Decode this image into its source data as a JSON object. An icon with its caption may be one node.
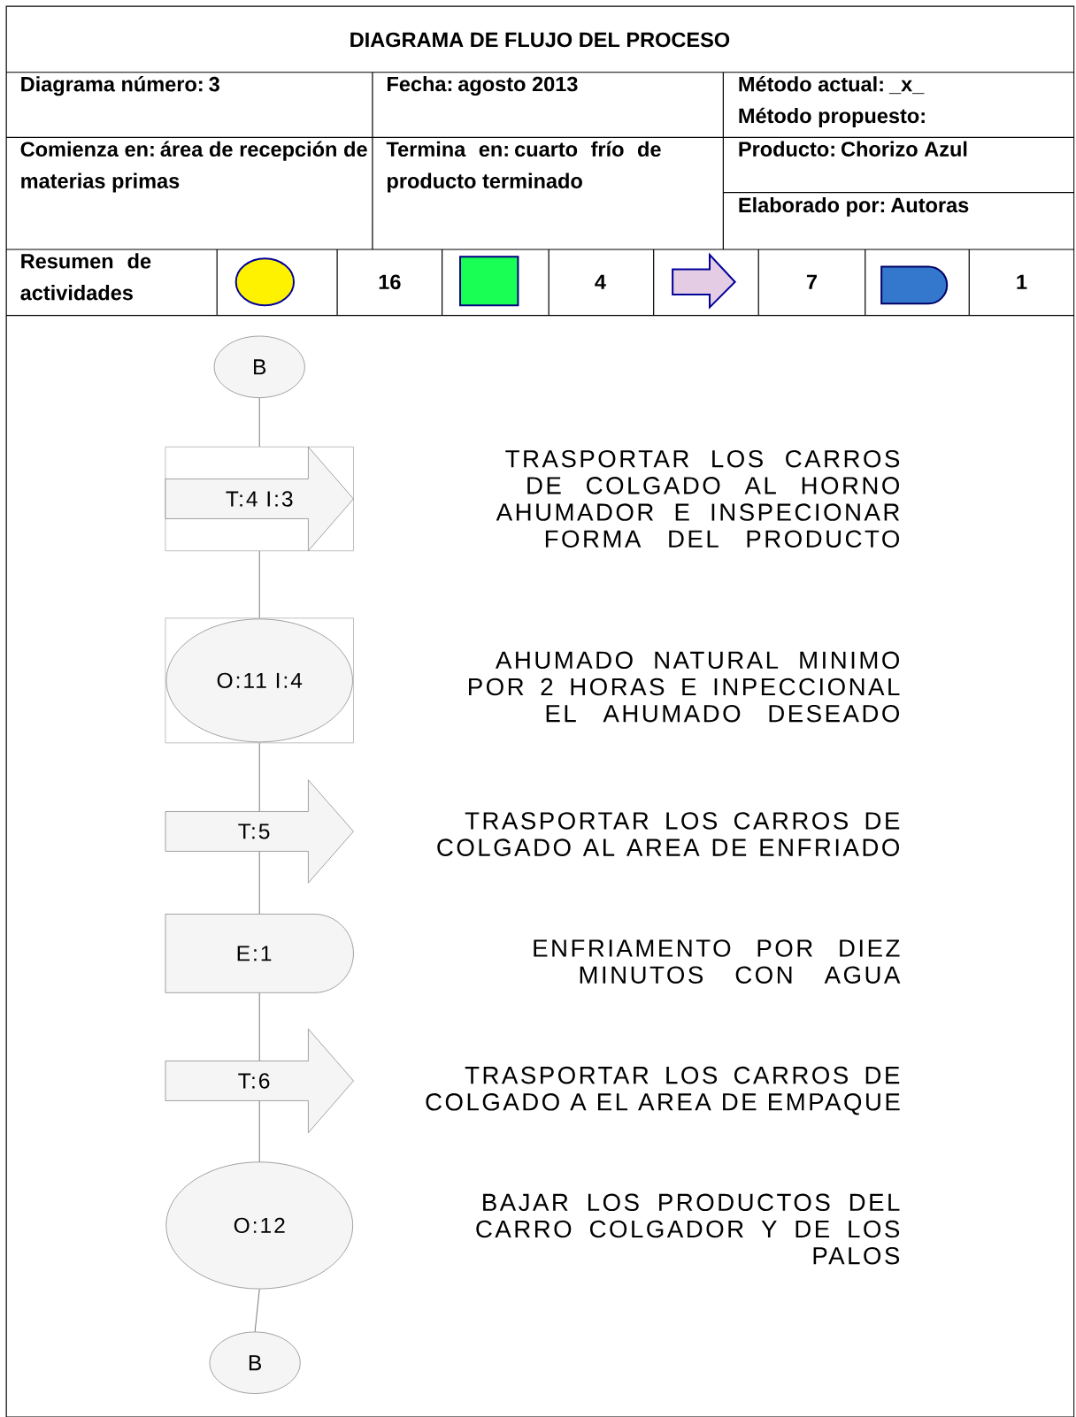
{
  "diagram": {
    "title": "DIAGRAMA DE FLUJO DEL PROCESO",
    "nodes": [
      {
        "text": [
          "B"
        ]
      },
      {
        "text": [
          "T:4 I:3"
        ]
      },
      {
        "text": [
          "O:11 I:4"
        ]
      },
      {
        "text": [
          "T:5"
        ]
      },
      {
        "text": [
          "E:1"
        ]
      },
      {
        "text": [
          "T:6"
        ]
      },
      {
        "text": [
          "O:12"
        ]
      },
      {
        "text": [
          "B"
        ]
      }
    ],
    "edges": [
      {
        "from": 0,
        "to": 1,
        "arrow": "none"
      },
      {
        "from": 1,
        "to": 2,
        "arrow": "none"
      },
      {
        "from": 2,
        "to": 3,
        "arrow": "none"
      },
      {
        "from": 3,
        "to": 4,
        "arrow": "none"
      },
      {
        "from": 4,
        "to": 5,
        "arrow": "none"
      },
      {
        "from": 5,
        "to": 6,
        "arrow": "none"
      },
      {
        "from": 6,
        "to": 7,
        "arrow": "none"
      }
    ],
    "labels": [
      "Diagrama número: 3",
      "Fecha: agosto 2013",
      "Método actual: _x_",
      "Método propuesto:",
      "Comienza en: área de recepción de materias primas",
      "Termina en: cuarto frío de producto terminado",
      "Producto:  Chorizo Azul",
      "Elaborado por: Autoras",
      "Resumen de actividades",
      "16",
      "4",
      "7",
      "1",
      "TRASPORTAR LOS CARROS DE COLGADO AL HORNO AHUMADOR E INSPECIONAR FORMA DEL PRODUCTO",
      "AHUMADO NATURAL MINIMO POR 2 HORAS E INPECCIONAL EL AHUMADO DESEADO",
      "TRASPORTAR LOS CARROS DE COLGADO AL AREA DE ENFRIADO",
      "ENFRIAMENTO POR DIEZ MINUTOS CON AGUA",
      "TRASPORTAR LOS CARROS DE COLGADO A EL AREA DE EMPAQUE",
      "BAJAR LOS PRODUCTOS DEL CARRO COLGADOR Y DE LOS PALOS"
    ]
  }
}
